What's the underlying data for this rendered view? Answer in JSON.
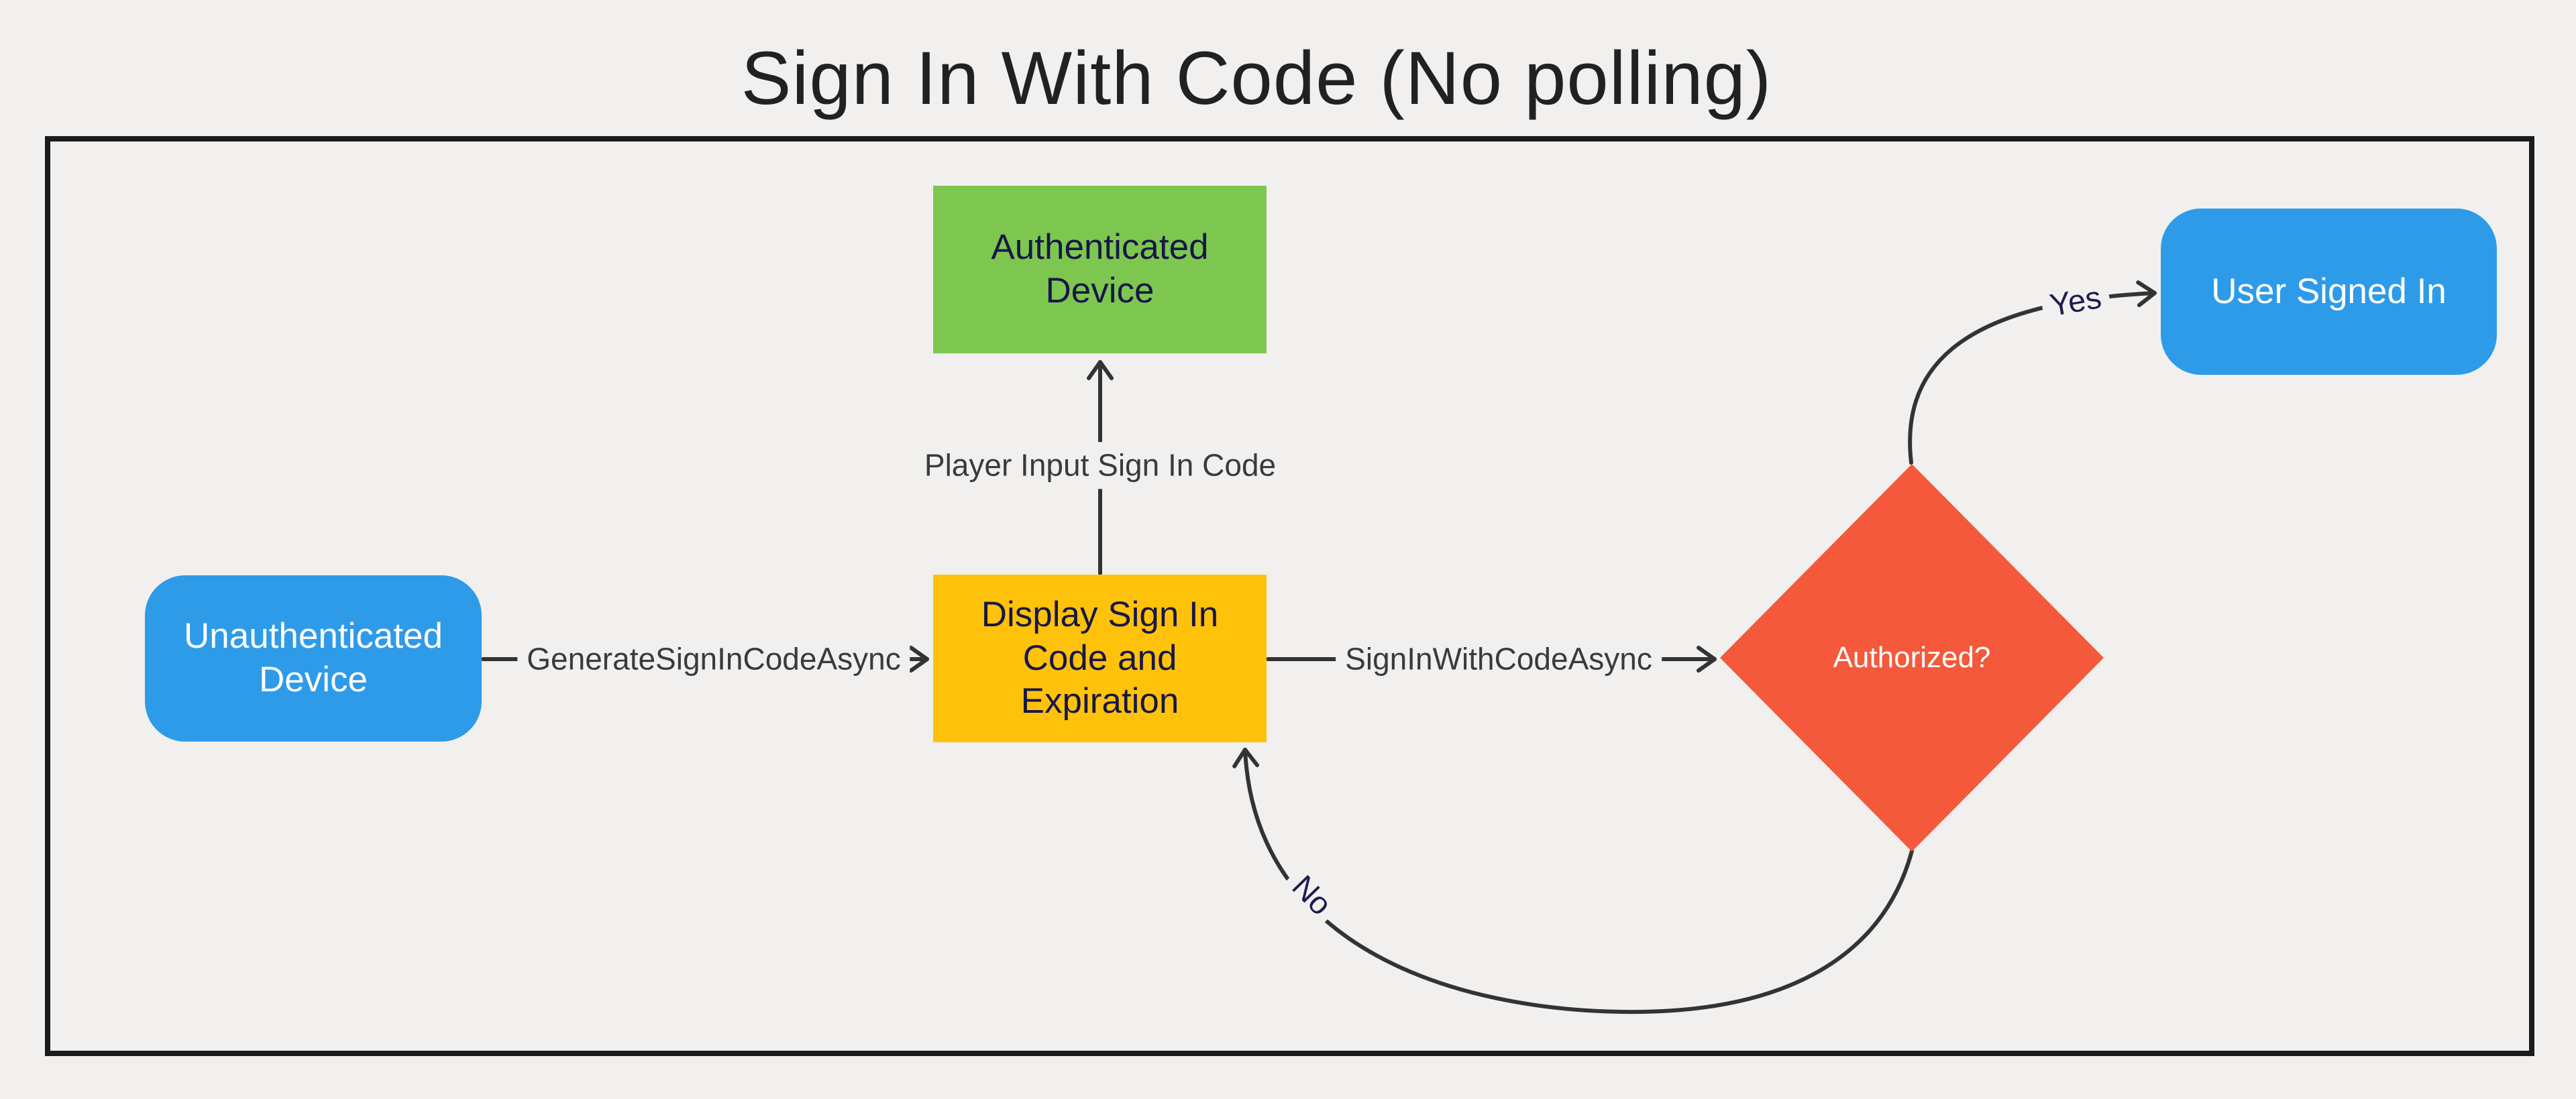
{
  "title": "Sign In With Code (No polling)",
  "nodes": {
    "unauthenticated": {
      "label": "Unauthenticated\nDevice"
    },
    "display_code": {
      "label": "Display Sign In\nCode and\nExpiration"
    },
    "authenticated": {
      "label": "Authenticated\nDevice"
    },
    "authorized": {
      "label": "Authorized?"
    },
    "user_signed_in": {
      "label": "User Signed In"
    }
  },
  "edges": {
    "generate": {
      "label": "GenerateSignInCodeAsync"
    },
    "sign_in": {
      "label": "SignInWithCodeAsync"
    },
    "player_input": {
      "label": "Player Input Sign In Code"
    },
    "yes": {
      "label": "Yes"
    },
    "no": {
      "label": "No"
    }
  },
  "colors": {
    "bg": "#F1F0EE",
    "frame": "#1B1B1B",
    "line": "#333333",
    "title_ink": "#212121",
    "edge_label_ink": "#3A3A3A",
    "branch_label_ink": "#1C1C52",
    "node_text_light": "#FFFFFF",
    "node_text_dark": "#171747",
    "blue": "#2E9BE8",
    "green": "#7DC750",
    "yellow": "#FFC20A",
    "orange": "#F4593B"
  }
}
